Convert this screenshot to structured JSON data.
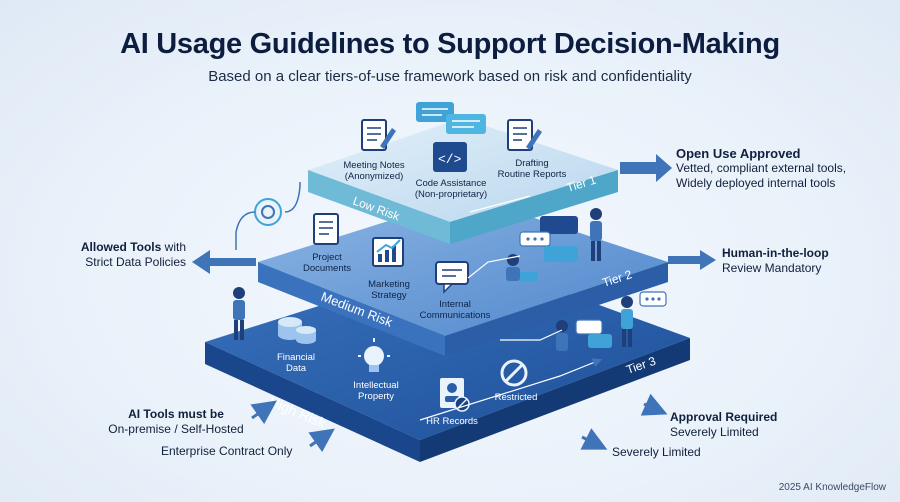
{
  "title": "AI Usage Guidelines to Support Decision-Making",
  "subtitle": "Based on a clear tiers-of-use framework based on risk and confidentiality",
  "tiers": [
    {
      "tier": "Tier 1",
      "risk": "Low Risk",
      "items": [
        {
          "label": "Meeting Notes\n(Anonymized)",
          "icon": "document-icon"
        },
        {
          "label": "Code Assistance\n(Non-proprietary)",
          "icon": "code-icon"
        },
        {
          "label": "Drafting\nRoutine Reports",
          "icon": "document-pen-icon"
        }
      ]
    },
    {
      "tier": "Tier 2",
      "risk": "Medium Risk",
      "items": [
        {
          "label": "Project\nDocuments",
          "icon": "document-icon"
        },
        {
          "label": "Marketing\nStrategy",
          "icon": "chart-icon"
        },
        {
          "label": "Internal\nCommunications",
          "icon": "chat-icon"
        }
      ]
    },
    {
      "tier": "Tier 3",
      "risk": "High Risk",
      "items": [
        {
          "label": "Financial\nData",
          "icon": "coins-icon"
        },
        {
          "label": "Intellectual\nProperty",
          "icon": "lightbulb-icon"
        },
        {
          "label": "HR Records",
          "icon": "badge-icon"
        },
        {
          "label": "Restricted",
          "icon": "prohibited-icon"
        }
      ]
    }
  ],
  "callouts": {
    "open_use": {
      "heading": "Open Use Approved",
      "line1": "Vetted, compliant external tools,",
      "line2": "Widely deployed internal tools"
    },
    "allowed_tools": {
      "heading": "Allowed Tools",
      "heading_suffix": " with",
      "line2": "Strict Data Policies"
    },
    "human_loop": {
      "line1": "Human-in-the-loop",
      "line2": "Review Mandatory"
    },
    "ai_tools": {
      "heading": "AI Tools must be",
      "line2": "On-premise / Self-Hosted"
    },
    "enterprise": {
      "text": "Enterprise Contract Only"
    },
    "approval": {
      "heading": "Approval Required",
      "line2": "Severely Limited"
    },
    "severely": {
      "text": "Severely Limited"
    }
  },
  "footer": "2025 AI KnowledgeFlow",
  "colors": {
    "tier1_top": "#cfe3f2",
    "tier1_side": "#5fb0cf",
    "tier2_top": "#6f9ed6",
    "tier2_side": "#3a74c0",
    "tier3_top": "#2a5ea8",
    "tier3_side": "#17407f",
    "arrow": "#3f74b8"
  }
}
